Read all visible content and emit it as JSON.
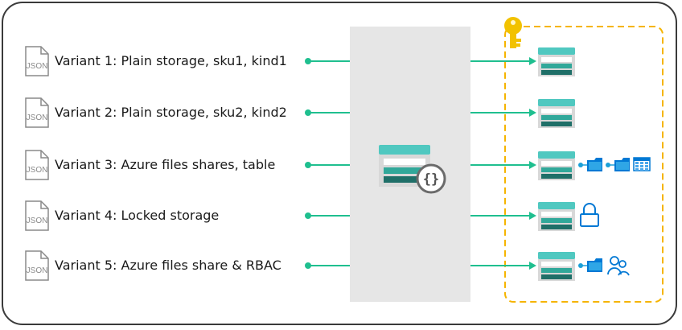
{
  "variants": [
    {
      "label": "Variant 1: Plain storage, sku1, kind1",
      "extras": []
    },
    {
      "label": "Variant 2: Plain storage, sku2, kind2",
      "extras": []
    },
    {
      "label": "Variant 3: Azure files shares, table",
      "extras": [
        "file-share-icon",
        "file-share-icon",
        "table-icon"
      ]
    },
    {
      "label": "Variant 4: Locked storage",
      "extras": [
        "lock-icon"
      ]
    },
    {
      "label": "Variant 5: Azure files share & RBAC",
      "extras": [
        "file-share-icon",
        "users-icon"
      ]
    }
  ],
  "json_icon_text": "JSON",
  "colors": {
    "teal": "#1fbf8f",
    "storage_top": "#50c8c0",
    "storage_mid": "#31a89a",
    "storage_bottom": "#1f6f68",
    "module_bg": "#e6e6e6",
    "dashed_border": "#f5b400",
    "key": "#f2c200",
    "blue": "#0078d4"
  }
}
